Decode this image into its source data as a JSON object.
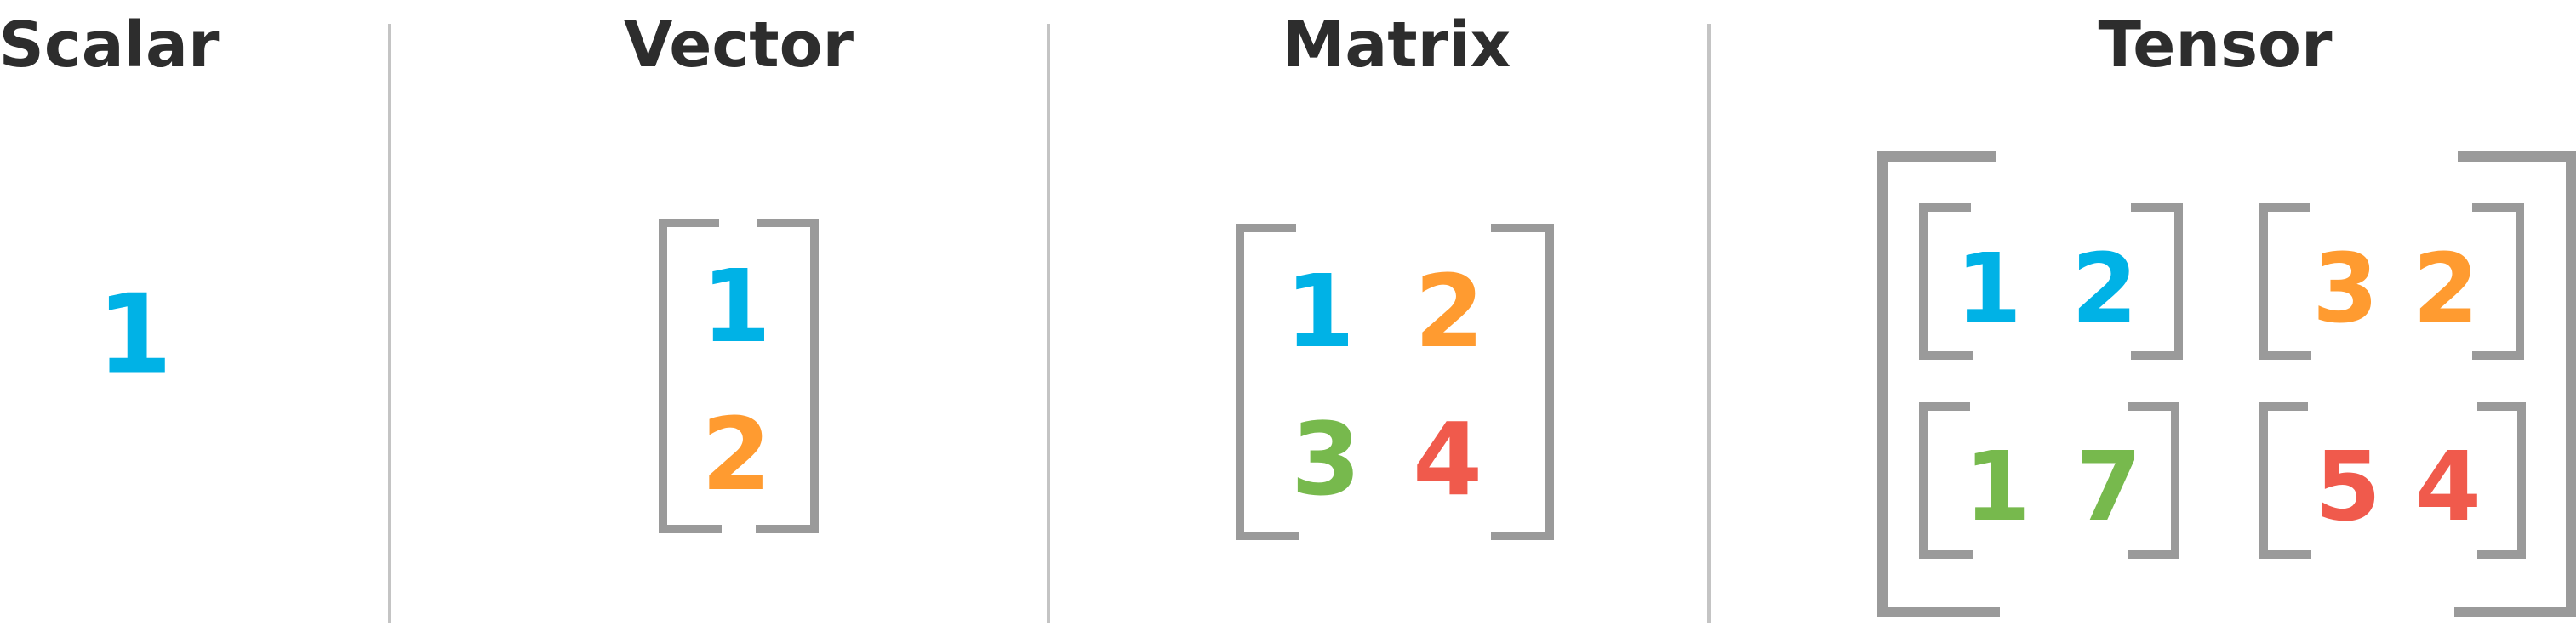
{
  "colors": {
    "blue": "#00b2e6",
    "orange": "#ff9b30",
    "green": "#77b94d",
    "red": "#f05a4c",
    "heading": "#2d2d2d",
    "bracket": "#9a9a9a",
    "divider": "#c4c4c4"
  },
  "scalar": {
    "title": "Scalar",
    "value": {
      "text": "1",
      "color": "blue"
    }
  },
  "vector": {
    "title": "Vector",
    "values": [
      {
        "text": "1",
        "color": "blue"
      },
      {
        "text": "2",
        "color": "orange"
      }
    ]
  },
  "matrix": {
    "title": "Matrix",
    "rows": [
      [
        {
          "text": "1",
          "color": "blue"
        },
        {
          "text": "2",
          "color": "orange"
        }
      ],
      [
        {
          "text": "3",
          "color": "green"
        },
        {
          "text": "4",
          "color": "red"
        }
      ]
    ]
  },
  "tensor": {
    "title": "Tensor",
    "blocks": [
      [
        {
          "text": "1",
          "color": "blue"
        },
        {
          "text": "2",
          "color": "blue"
        }
      ],
      [
        {
          "text": "3",
          "color": "orange"
        },
        {
          "text": "2",
          "color": "orange"
        }
      ],
      [
        {
          "text": "1",
          "color": "green"
        },
        {
          "text": "7",
          "color": "green"
        }
      ],
      [
        {
          "text": "5",
          "color": "red"
        },
        {
          "text": "4",
          "color": "red"
        }
      ]
    ]
  }
}
